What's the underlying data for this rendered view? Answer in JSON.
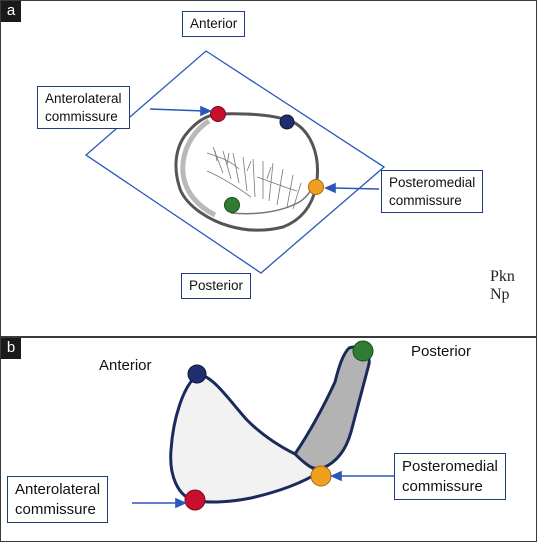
{
  "panels": [
    {
      "letter": "a",
      "labels": {
        "anterior": "Anterior",
        "posterior": "Posterior",
        "anterolateral": [
          "Anterolateral",
          "commissure"
        ],
        "posteromedial": [
          "Posteromedial",
          "commissure"
        ],
        "corner_text": [
          "Pkn",
          "Np"
        ]
      }
    },
    {
      "letter": "b",
      "labels": {
        "anterior": "Anterior",
        "posterior": "Posterior",
        "anterolateral": [
          "Anterolateral",
          "commissure"
        ],
        "posteromedial": [
          "Posteromedial",
          "commissure"
        ]
      }
    }
  ],
  "colors": {
    "anterolateral_marker": "#c8102e",
    "anterior_marker": "#1f2e6e",
    "posteromedial_marker": "#f0a020",
    "posterior_marker": "#2e7d32",
    "frame_and_arrows": "#2a58b8",
    "label_box_border": "#1f3d7a",
    "annulus_outline": "#4a4a4a",
    "panel_b_outline": "#1a2a5a",
    "panel_b_fill": "#b3b3b3"
  }
}
